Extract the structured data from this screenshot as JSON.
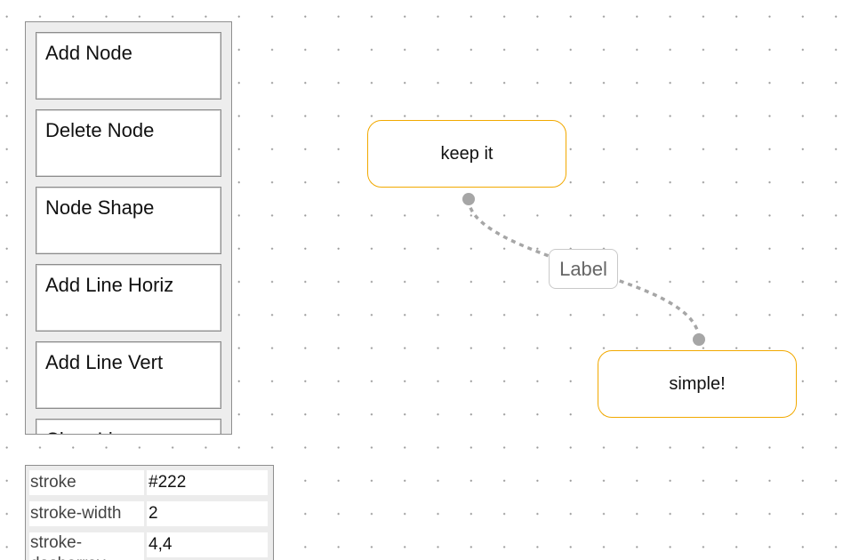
{
  "toolbar": {
    "buttons": [
      {
        "label": "Add Node"
      },
      {
        "label": "Delete Node"
      },
      {
        "label": "Node Shape"
      },
      {
        "label": "Add Line Horiz"
      },
      {
        "label": "Add Line Vert"
      },
      {
        "label": "Clear Lines"
      }
    ]
  },
  "properties": [
    {
      "key": "stroke",
      "value": "#222"
    },
    {
      "key": "stroke-width",
      "value": "2"
    },
    {
      "key": "stroke-dasharray",
      "value": "4,4"
    }
  ],
  "diagram": {
    "nodes": [
      {
        "label": "keep it"
      },
      {
        "label": "simple!"
      }
    ],
    "edge": {
      "label": "Label",
      "stroke_color": "#a6a6a6",
      "dash": "4,4"
    },
    "node_border_color": "#f2a900"
  }
}
